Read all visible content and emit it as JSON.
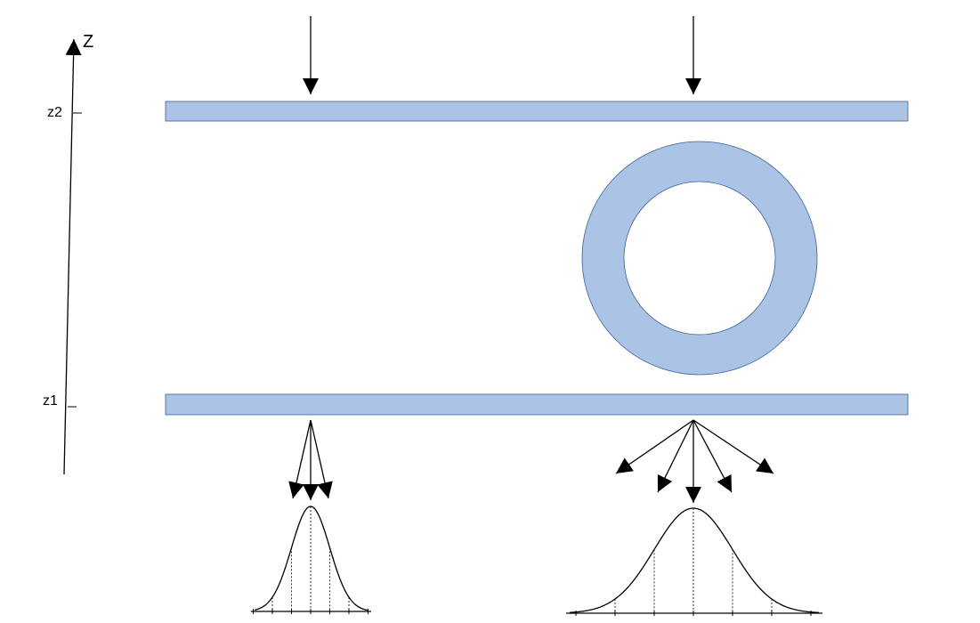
{
  "axis": {
    "title": "Z",
    "ticks": [
      "z2",
      "z1"
    ]
  },
  "colors": {
    "fill": "#abc4e6",
    "stroke": "#3c5f96",
    "ink": "#000000"
  }
}
